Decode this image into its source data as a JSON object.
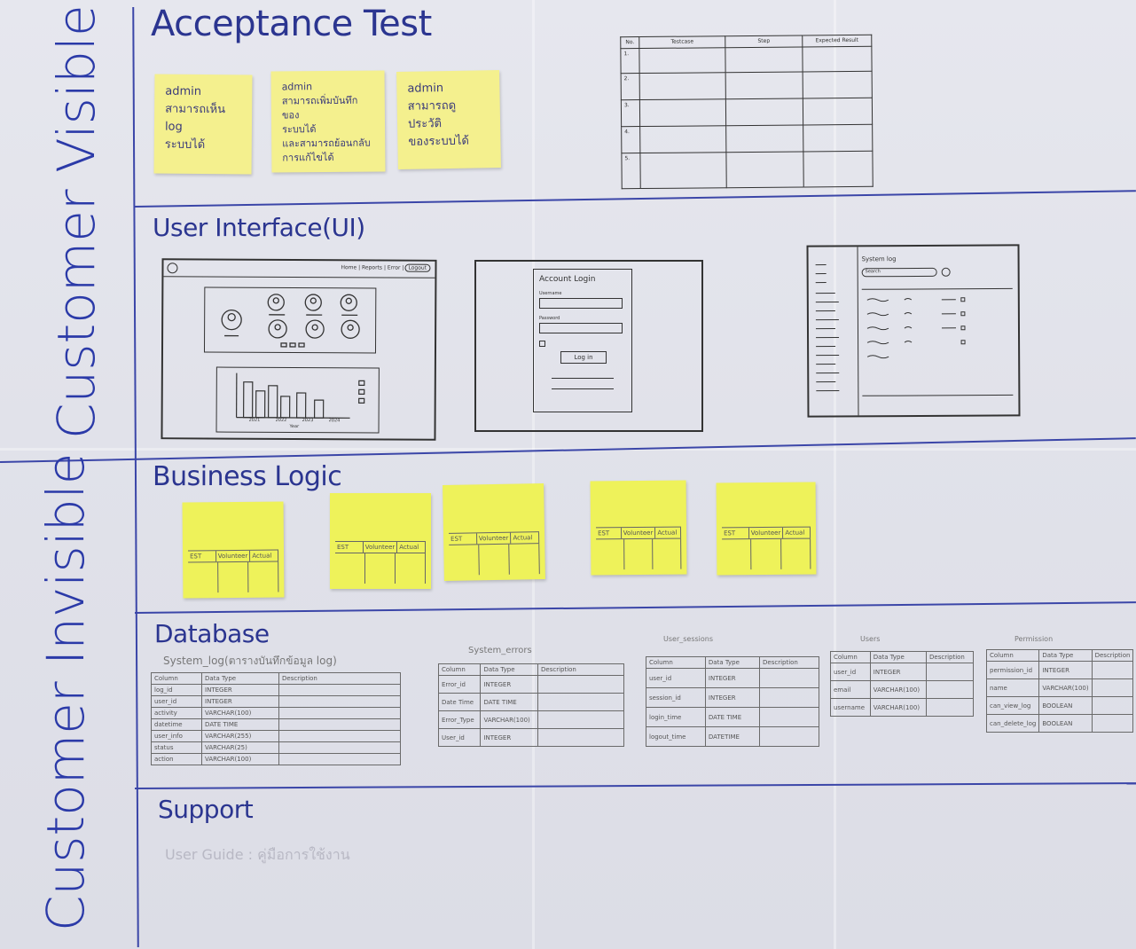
{
  "side_labels": {
    "visible": "Customer Visible",
    "invisible": "Customer Invisible"
  },
  "sections": {
    "acceptance": "Acceptance Test",
    "ui": "User Interface(UI)",
    "business": "Business Logic",
    "database": "Database",
    "support": "Support"
  },
  "acceptance_notes": [
    "admin\nสามารถเห็น log\nระบบได้",
    "admin\nสามารถเพิ่มบันทึกของ\nระบบได้\nและสามารถย้อนกลับ\nการแก้ไขได้",
    "admin\nสามารถดูประวัติ\nของระบบได้"
  ],
  "testcase_table": {
    "headers": [
      "No.",
      "Testcase",
      "Step",
      "Expected Result"
    ],
    "rows": [
      [
        "1.",
        "",
        "",
        ""
      ],
      [
        "2.",
        "",
        "",
        ""
      ],
      [
        "3.",
        "",
        "",
        ""
      ],
      [
        "4.",
        "",
        "",
        ""
      ],
      [
        "5.",
        "",
        "",
        ""
      ]
    ]
  },
  "ui_sketches": {
    "home_nav": "Home | Reports | Error |",
    "home_logout": "Logout",
    "chart_years": [
      "2021",
      "2022",
      "2023",
      "2024"
    ],
    "chart_xlabel": "Year",
    "login_title": "Account Login",
    "login_username": "Username",
    "login_password": "Password",
    "login_button": "Log in",
    "syslog_title": "System log",
    "syslog_search": "Search"
  },
  "business_notes": [
    {
      "cols": [
        "EST",
        "Volunteer",
        "Actual"
      ]
    },
    {
      "cols": [
        "EST",
        "Volunteer",
        "Actual"
      ]
    },
    {
      "cols": [
        "EST",
        "Volunteer",
        "Actual"
      ]
    },
    {
      "cols": [
        "EST",
        "Volunteer",
        "Actual"
      ]
    },
    {
      "cols": [
        "EST",
        "Volunteer",
        "Actual"
      ]
    }
  ],
  "db_tables": [
    {
      "title": "System_log(ตารางบันทึกข้อมูล log)",
      "headers": [
        "Column",
        "Data Type",
        "Description"
      ],
      "rows": [
        [
          "log_id",
          "INTEGER",
          ""
        ],
        [
          "user_id",
          "INTEGER",
          ""
        ],
        [
          "activity",
          "VARCHAR(100)",
          ""
        ],
        [
          "datetime",
          "DATE TIME",
          ""
        ],
        [
          "user_info",
          "VARCHAR(255)",
          ""
        ],
        [
          "status",
          "VARCHAR(25)",
          ""
        ],
        [
          "action",
          "VARCHAR(100)",
          ""
        ]
      ]
    },
    {
      "title": "System_errors",
      "headers": [
        "Column",
        "Data Type",
        "Description"
      ],
      "rows": [
        [
          "Error_id",
          "INTEGER",
          ""
        ],
        [
          "Date Time",
          "DATE TIME",
          ""
        ],
        [
          "Error_Type",
          "VARCHAR(100)",
          ""
        ],
        [
          "User_id",
          "INTEGER",
          ""
        ]
      ]
    },
    {
      "title": "User_sessions",
      "headers": [
        "Column",
        "Data Type",
        "Description"
      ],
      "rows": [
        [
          "user_id",
          "INTEGER",
          ""
        ],
        [
          "session_id",
          "INTEGER",
          ""
        ],
        [
          "login_time",
          "DATE TIME",
          ""
        ],
        [
          "logout_time",
          "DATETIME",
          ""
        ]
      ]
    },
    {
      "title": "Users",
      "headers": [
        "Column",
        "Data Type",
        "Description"
      ],
      "rows": [
        [
          "user_id",
          "INTEGER",
          ""
        ],
        [
          "email",
          "VARCHAR(100)",
          ""
        ],
        [
          "username",
          "VARCHAR(100)",
          ""
        ]
      ]
    },
    {
      "title": "Permission",
      "headers": [
        "Column",
        "Data Type",
        "Description"
      ],
      "rows": [
        [
          "permission_id",
          "INTEGER",
          ""
        ],
        [
          "name",
          "VARCHAR(100)",
          ""
        ],
        [
          "can_view_log",
          "BOOLEAN",
          ""
        ],
        [
          "can_delete_log",
          "BOOLEAN",
          ""
        ]
      ]
    }
  ],
  "support_text": "User Guide : คู่มือการใช้งาน"
}
